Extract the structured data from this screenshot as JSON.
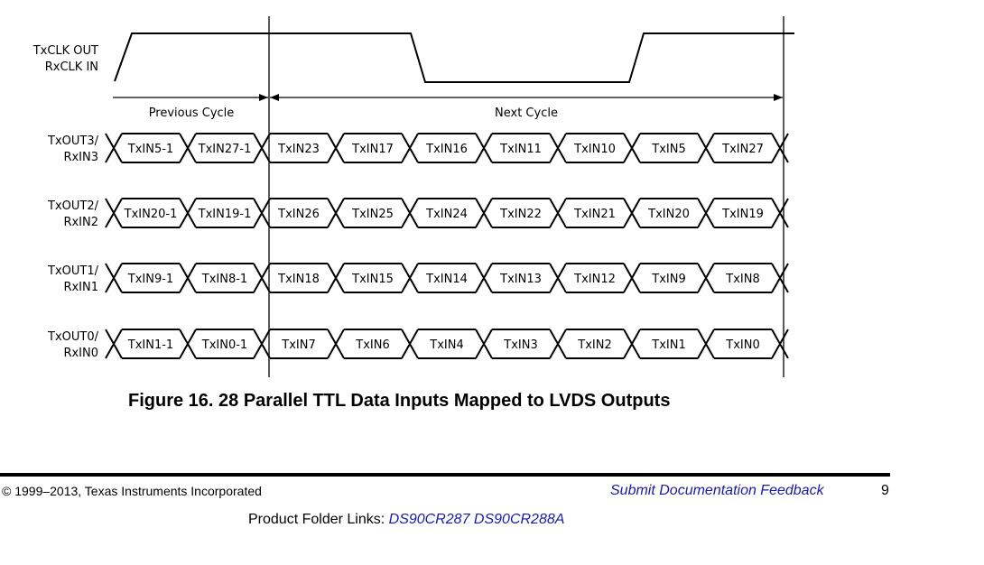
{
  "diagram": {
    "clock_labels": [
      "TxCLK OUT",
      "RxCLK IN"
    ],
    "previous_cycle_label": "Previous Cycle",
    "next_cycle_label": "Next Cycle",
    "rows": [
      {
        "labels": [
          "TxOUT3/",
          "RxIN3"
        ],
        "cells": [
          "TxIN5-1",
          "TxIN27-1",
          "TxIN23",
          "TxIN17",
          "TxIN16",
          "TxIN11",
          "TxIN10",
          "TxIN5",
          "TxIN27"
        ]
      },
      {
        "labels": [
          "TxOUT2/",
          "RxIN2"
        ],
        "cells": [
          "TxIN20-1",
          "TxIN19-1",
          "TxIN26",
          "TxIN25",
          "TxIN24",
          "TxIN22",
          "TxIN21",
          "TxIN20",
          "TxIN19"
        ]
      },
      {
        "labels": [
          "TxOUT1/",
          "RxIN1"
        ],
        "cells": [
          "TxIN9-1",
          "TxIN8-1",
          "TxIN18",
          "TxIN15",
          "TxIN14",
          "TxIN13",
          "TxIN12",
          "TxIN9",
          "TxIN8"
        ]
      },
      {
        "labels": [
          "TxOUT0/",
          "RxIN0"
        ],
        "cells": [
          "TxIN1-1",
          "TxIN0-1",
          "TxIN7",
          "TxIN6",
          "TxIN4",
          "TxIN3",
          "TxIN2",
          "TxIN1",
          "TxIN0"
        ]
      }
    ]
  },
  "caption": "Figure 16.  28 Parallel TTL Data Inputs Mapped to LVDS Outputs",
  "footer": {
    "copyright": "© 1999–2013, Texas Instruments Incorporated",
    "feedback_link": "Submit Documentation Feedback",
    "page_number": "9",
    "product_links_label": "Product Folder Links:",
    "product_links": [
      "DS90CR287",
      "DS90CR288A"
    ]
  },
  "colors": {
    "link": "#1a1aa8"
  }
}
